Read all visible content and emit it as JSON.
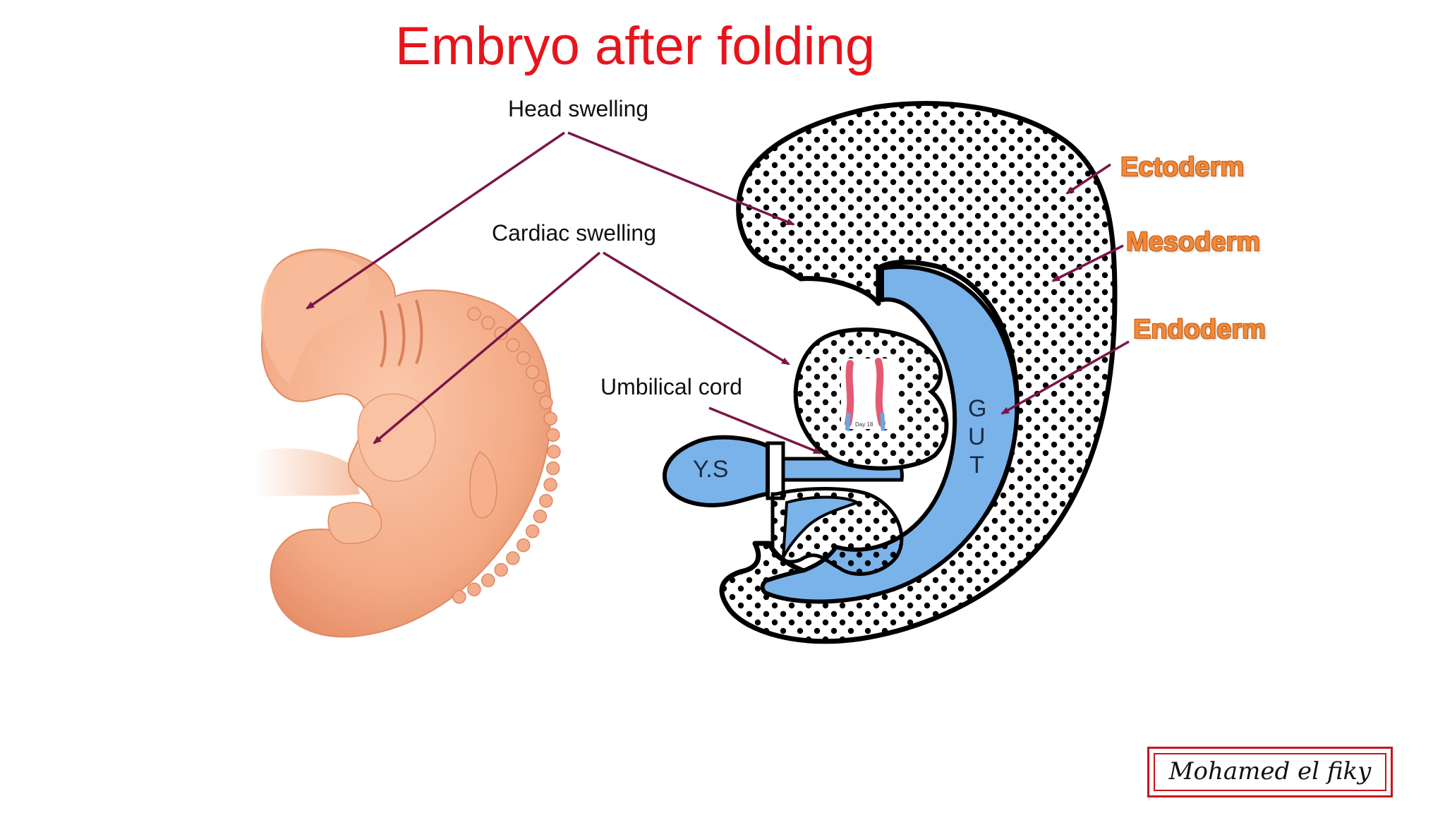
{
  "slide": {
    "title": "Embryo after folding"
  },
  "labels": {
    "head_swelling": "Head swelling",
    "cardiac_swelling": "Cardiac  swelling",
    "umbilical_cord": "Umbilical cord"
  },
  "germ_layers": {
    "ectoderm": "Ectoderm",
    "mesoderm": "Mesoderm",
    "endoderm": "Endoderm"
  },
  "inner_labels": {
    "yolk_sac": "Y.S",
    "gut_letters": [
      "G",
      "U",
      "T"
    ],
    "heart_day": "Day 18"
  },
  "signature": {
    "text": "Mohamed el fiky"
  },
  "colors": {
    "title": "#e8141c",
    "arrow": "#7a1648",
    "germ_label": "#f08a3a",
    "gut_fill": "#7ab3ea",
    "embryo_skin": "#f6b594",
    "signature_border": "#c8141c"
  }
}
